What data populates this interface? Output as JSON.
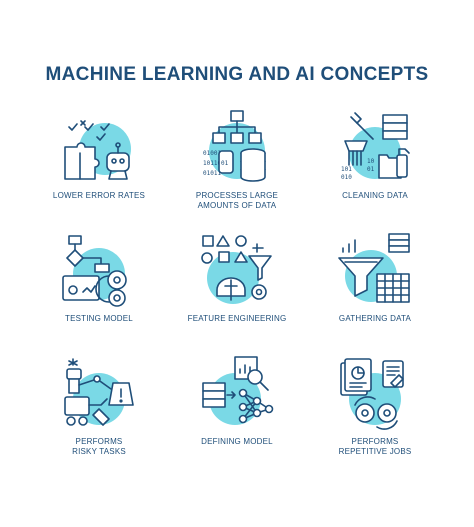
{
  "title": "MACHINE LEARNING AND AI CONCEPTS",
  "colors": {
    "outline": "#1f4e79",
    "accent": "#7ad9e6",
    "background": "#ffffff"
  },
  "concepts": [
    {
      "label": "LOWER ERROR RATES",
      "icon": "puzzle-robot-icon"
    },
    {
      "label": "PROCESSES LARGE\nAMOUNTS OF DATA",
      "icon": "data-hierarchy-icon"
    },
    {
      "label": "CLEANING DATA",
      "icon": "cleaning-tools-icon"
    },
    {
      "label": "TESTING MODEL",
      "icon": "flowchart-gear-icon"
    },
    {
      "label": "FEATURE ENGINEERING",
      "icon": "brain-funnel-icon"
    },
    {
      "label": "GATHERING DATA",
      "icon": "funnel-table-icon"
    },
    {
      "label": "PERFORMS\nRISKY TASKS",
      "icon": "robot-arm-icon"
    },
    {
      "label": "DEFINING MODEL",
      "icon": "neural-network-icon"
    },
    {
      "label": "PERFORMS\nREPETITIVE JOBS",
      "icon": "documents-cycle-icon"
    }
  ]
}
